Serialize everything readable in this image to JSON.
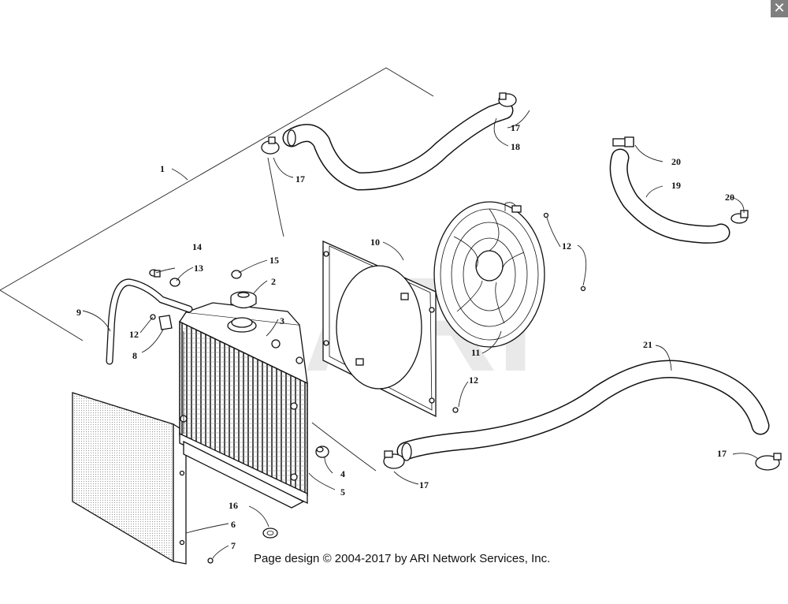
{
  "copyright": "Page design © 2004-2017 by ARI Network Services, Inc.",
  "watermark": "ARI",
  "close_icon_glyph": "✕",
  "callouts": {
    "c1": "1",
    "c2": "2",
    "c3": "3",
    "c4": "4",
    "c5": "5",
    "c6": "6",
    "c7": "7",
    "c8": "8",
    "c9": "9",
    "c10": "10",
    "c11": "11",
    "c12a": "12",
    "c12b": "12",
    "c12c": "12",
    "c13": "13",
    "c14": "14",
    "c15": "15",
    "c16": "16",
    "c17a": "17",
    "c17b": "17",
    "c17c": "17",
    "c17d": "17",
    "c18": "18",
    "c19": "19",
    "c20a": "20",
    "c20b": "20",
    "c21": "21"
  }
}
